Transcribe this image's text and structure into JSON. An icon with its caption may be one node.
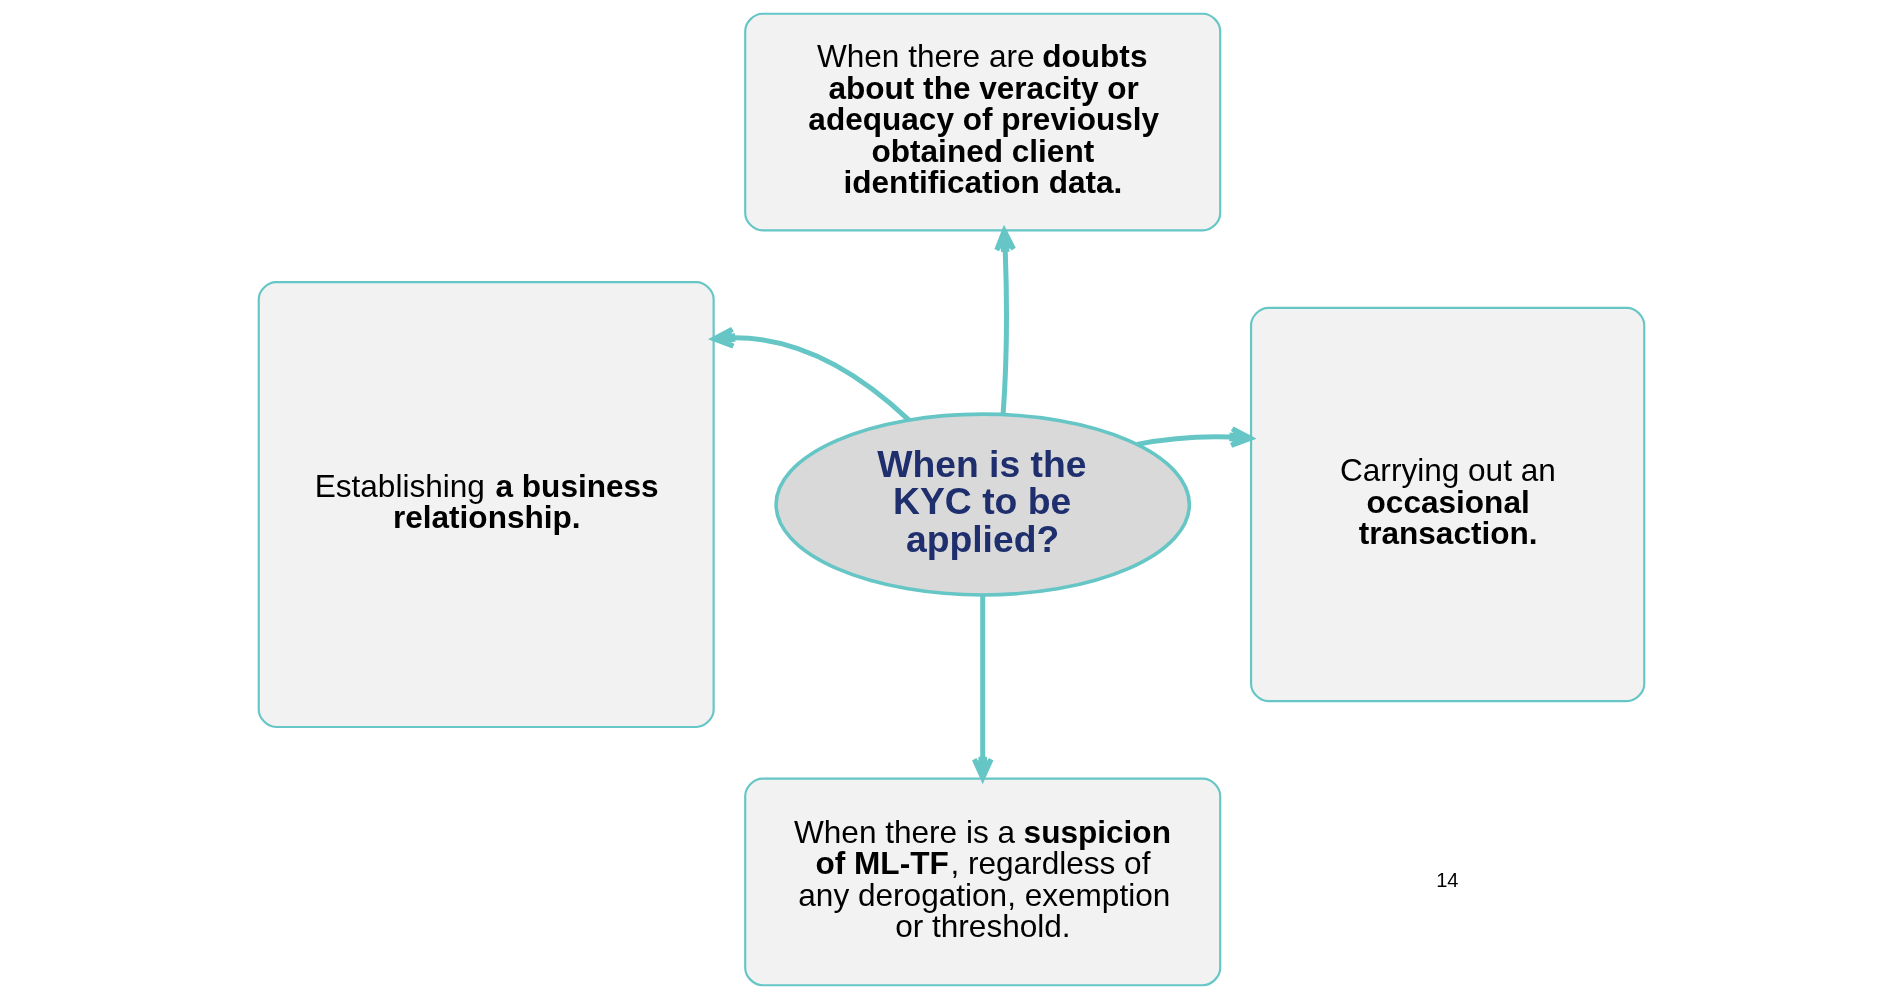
{
  "diagram": {
    "nodes": [
      {
        "text": [
          "When there are **doubts about the veracity or adequacy of previously obtained client identification data.**"
        ]
      },
      {
        "text": [
          "Establishing **a business relationship.**"
        ]
      },
      {
        "text": [
          "When is the KYC to be applied?"
        ]
      },
      {
        "text": [
          "Carrying out an **occasional transaction.**"
        ]
      },
      {
        "text": [
          "When there is a **suspicion of ML-TF**, regardless of any derogation, exemption or threshold."
        ]
      }
    ],
    "edges": [
      {
        "from": 2,
        "to": 0,
        "arrow": "to"
      },
      {
        "from": 2,
        "to": 1,
        "arrow": "to"
      },
      {
        "from": 2,
        "to": 3,
        "arrow": "to"
      },
      {
        "from": 2,
        "to": 4,
        "arrow": "to"
      }
    ],
    "labels": [
      "14"
    ]
  }
}
